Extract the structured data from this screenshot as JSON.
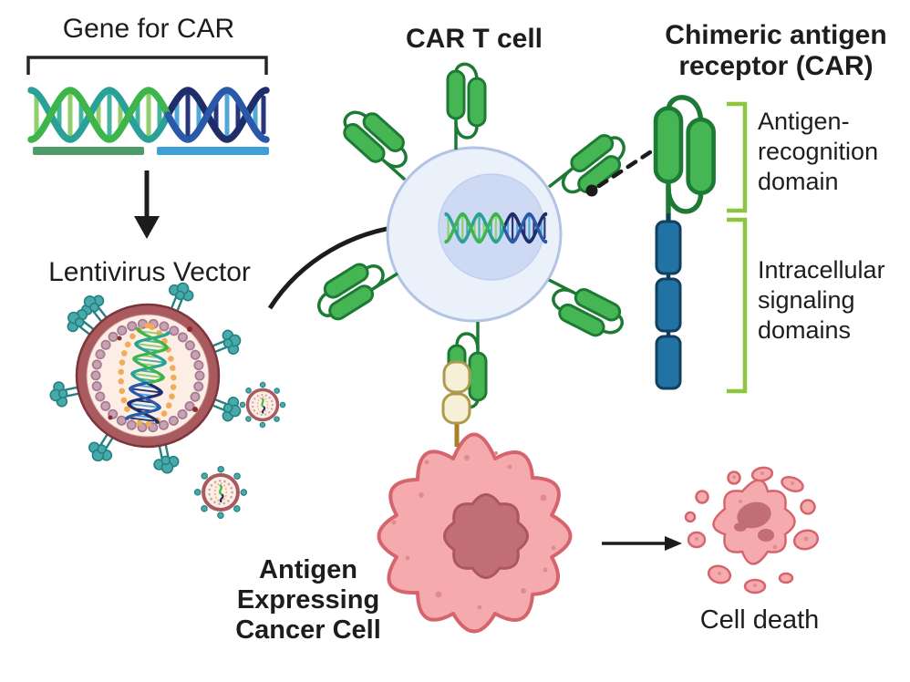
{
  "labels": {
    "gene_title": "Gene for CAR",
    "lentivirus_title": "Lentivirus Vector",
    "tcell_title": "CAR T cell",
    "car_title_lines": [
      "Chimeric antigen",
      "receptor (CAR)"
    ],
    "antigen_recognition_lines": [
      "Antigen-",
      "recognition",
      "domain"
    ],
    "intracellular_lines": [
      "Intracellular",
      "signaling",
      "domains"
    ],
    "cancer_title_lines": [
      "Antigen",
      "Expressing",
      "Cancer Cell"
    ],
    "cell_death_title": "Cell death"
  },
  "colors": {
    "text": "#1d1d1f",
    "background": "#ffffff",
    "receptor_green": "#46b553",
    "receptor_outline": "#1d7a34",
    "signaling_blue": "#2273a5",
    "signaling_outline": "#123f5e",
    "bracket_lime": "#8cc63e",
    "tcell_fill": "#eaf1fb",
    "tcell_border": "#b3c3e3",
    "tcell_nucleus": "#cedaf3",
    "tcell_nucleus_border": "#bfcfee",
    "cancer_fill": "#f5abae",
    "cancer_border": "#d5646d",
    "cancer_nucleus": "#c16f75",
    "cancer_nucleus_border": "#ac565e",
    "cancer_dot": "#e18b90",
    "virus_ring": "#a85a5f",
    "virus_ring_edge": "#7c353b",
    "virus_inner": "#fceee5",
    "virus_dot": "#c8a2b3",
    "virus_dot_edge": "#a47b91",
    "virus_rna_loop": "#f2ab56",
    "virus_speck": "#8f2b2e",
    "spike_teal": "#47aaaa",
    "spike_outline": "#267f80",
    "antigen_fill": "#f6f0d7",
    "antigen_outline": "#ad9a4c",
    "antigen_stalk": "#a87e2b",
    "dna_green": "#3cb54a",
    "dna_teal": "#2aa198",
    "dna_navy": "#1f2d69",
    "dna_blue": "#2959a8",
    "dna_rung_green": "#8fd06c",
    "dna_rung_teal": "#45b3a0",
    "dna_rung_blue": "#52a7d8",
    "dna_rung_navy": "#27367a",
    "underline_green": "#4e9c6b",
    "underline_blue": "#3fa0d5",
    "arrow": "#1c1c1c"
  }
}
